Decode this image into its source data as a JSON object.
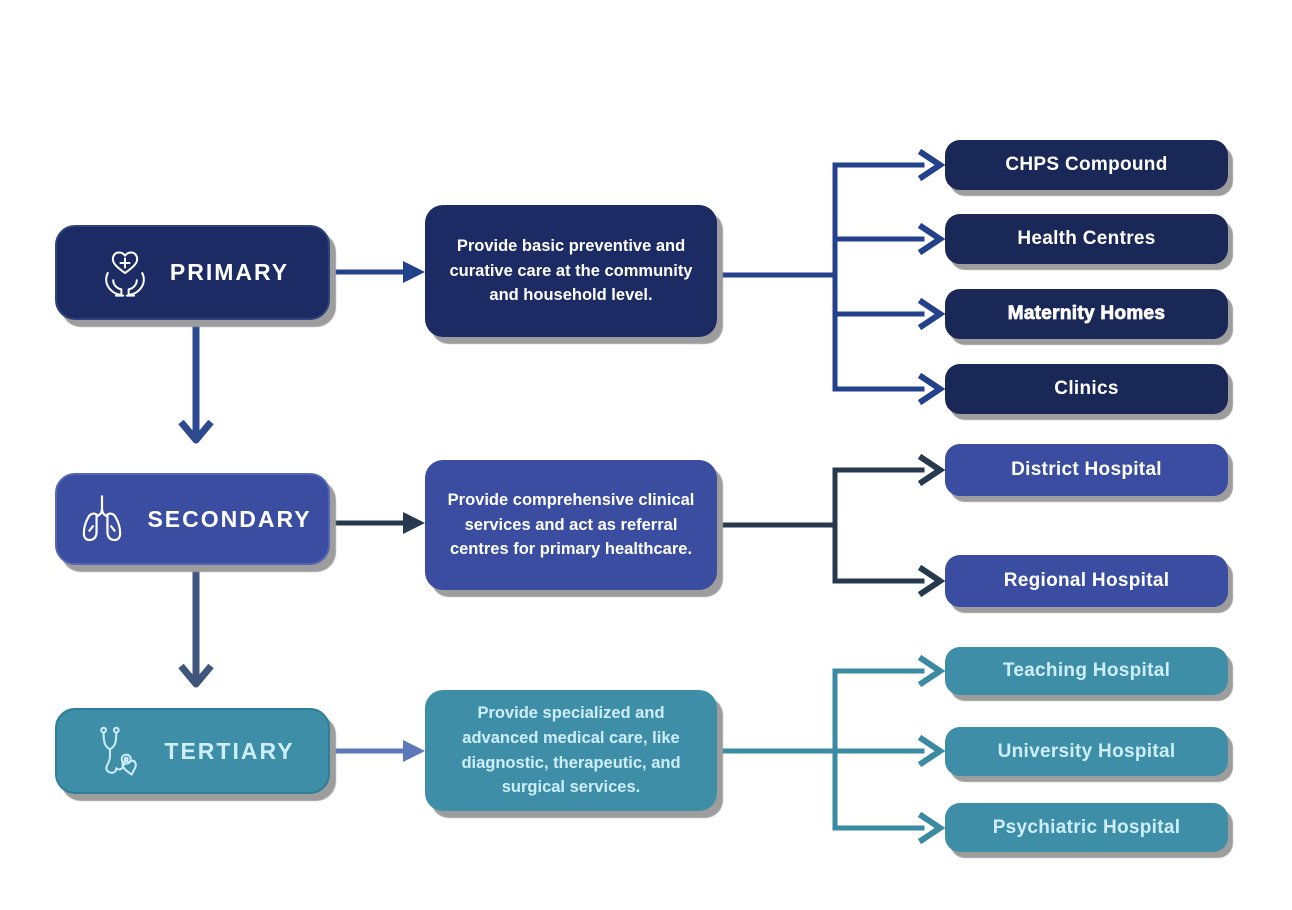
{
  "palette": {
    "background": "#ffffff",
    "shadow": "#9d9d9d",
    "primary_navy": "#1c2b63",
    "primary_facility_navy": "#1a2858",
    "secondary_blue": "#3a4da1",
    "tertiary_teal": "#3f8ea8",
    "primary_connector": "#24418c",
    "secondary_connector": "#27394f",
    "tertiary_connector": "#3a8aa2",
    "tertiary_left_arrow": "#5d78b8",
    "down_arrow_primary_to_secondary": "#2c4b8f",
    "down_arrow_secondary_to_tertiary": "#41567e",
    "light_text": "#ffffff",
    "tertiary_text": "#cdeefb"
  },
  "tiers": [
    {
      "label": "PRIMARY",
      "icon": "hands-holding-medical-heart-icon",
      "description": "Provide basic preventive and curative care at the community and household level.",
      "facilities": [
        "CHPS Compound",
        "Health Centres",
        "Maternity Homes",
        "Clinics"
      ]
    },
    {
      "label": "SECONDARY",
      "icon": "lungs-icon",
      "description": "Provide comprehensive clinical services and act as referral centres for primary healthcare.",
      "facilities": [
        "District Hospital",
        "Regional Hospital"
      ]
    },
    {
      "label": "TERTIARY",
      "icon": "stethoscope-heart-icon",
      "description": "Provide specialized and advanced medical care, like diagnostic, therapeutic, and surgical services.",
      "facilities": [
        "Teaching Hospital",
        "University Hospital",
        "Psychiatric Hospital"
      ]
    }
  ]
}
